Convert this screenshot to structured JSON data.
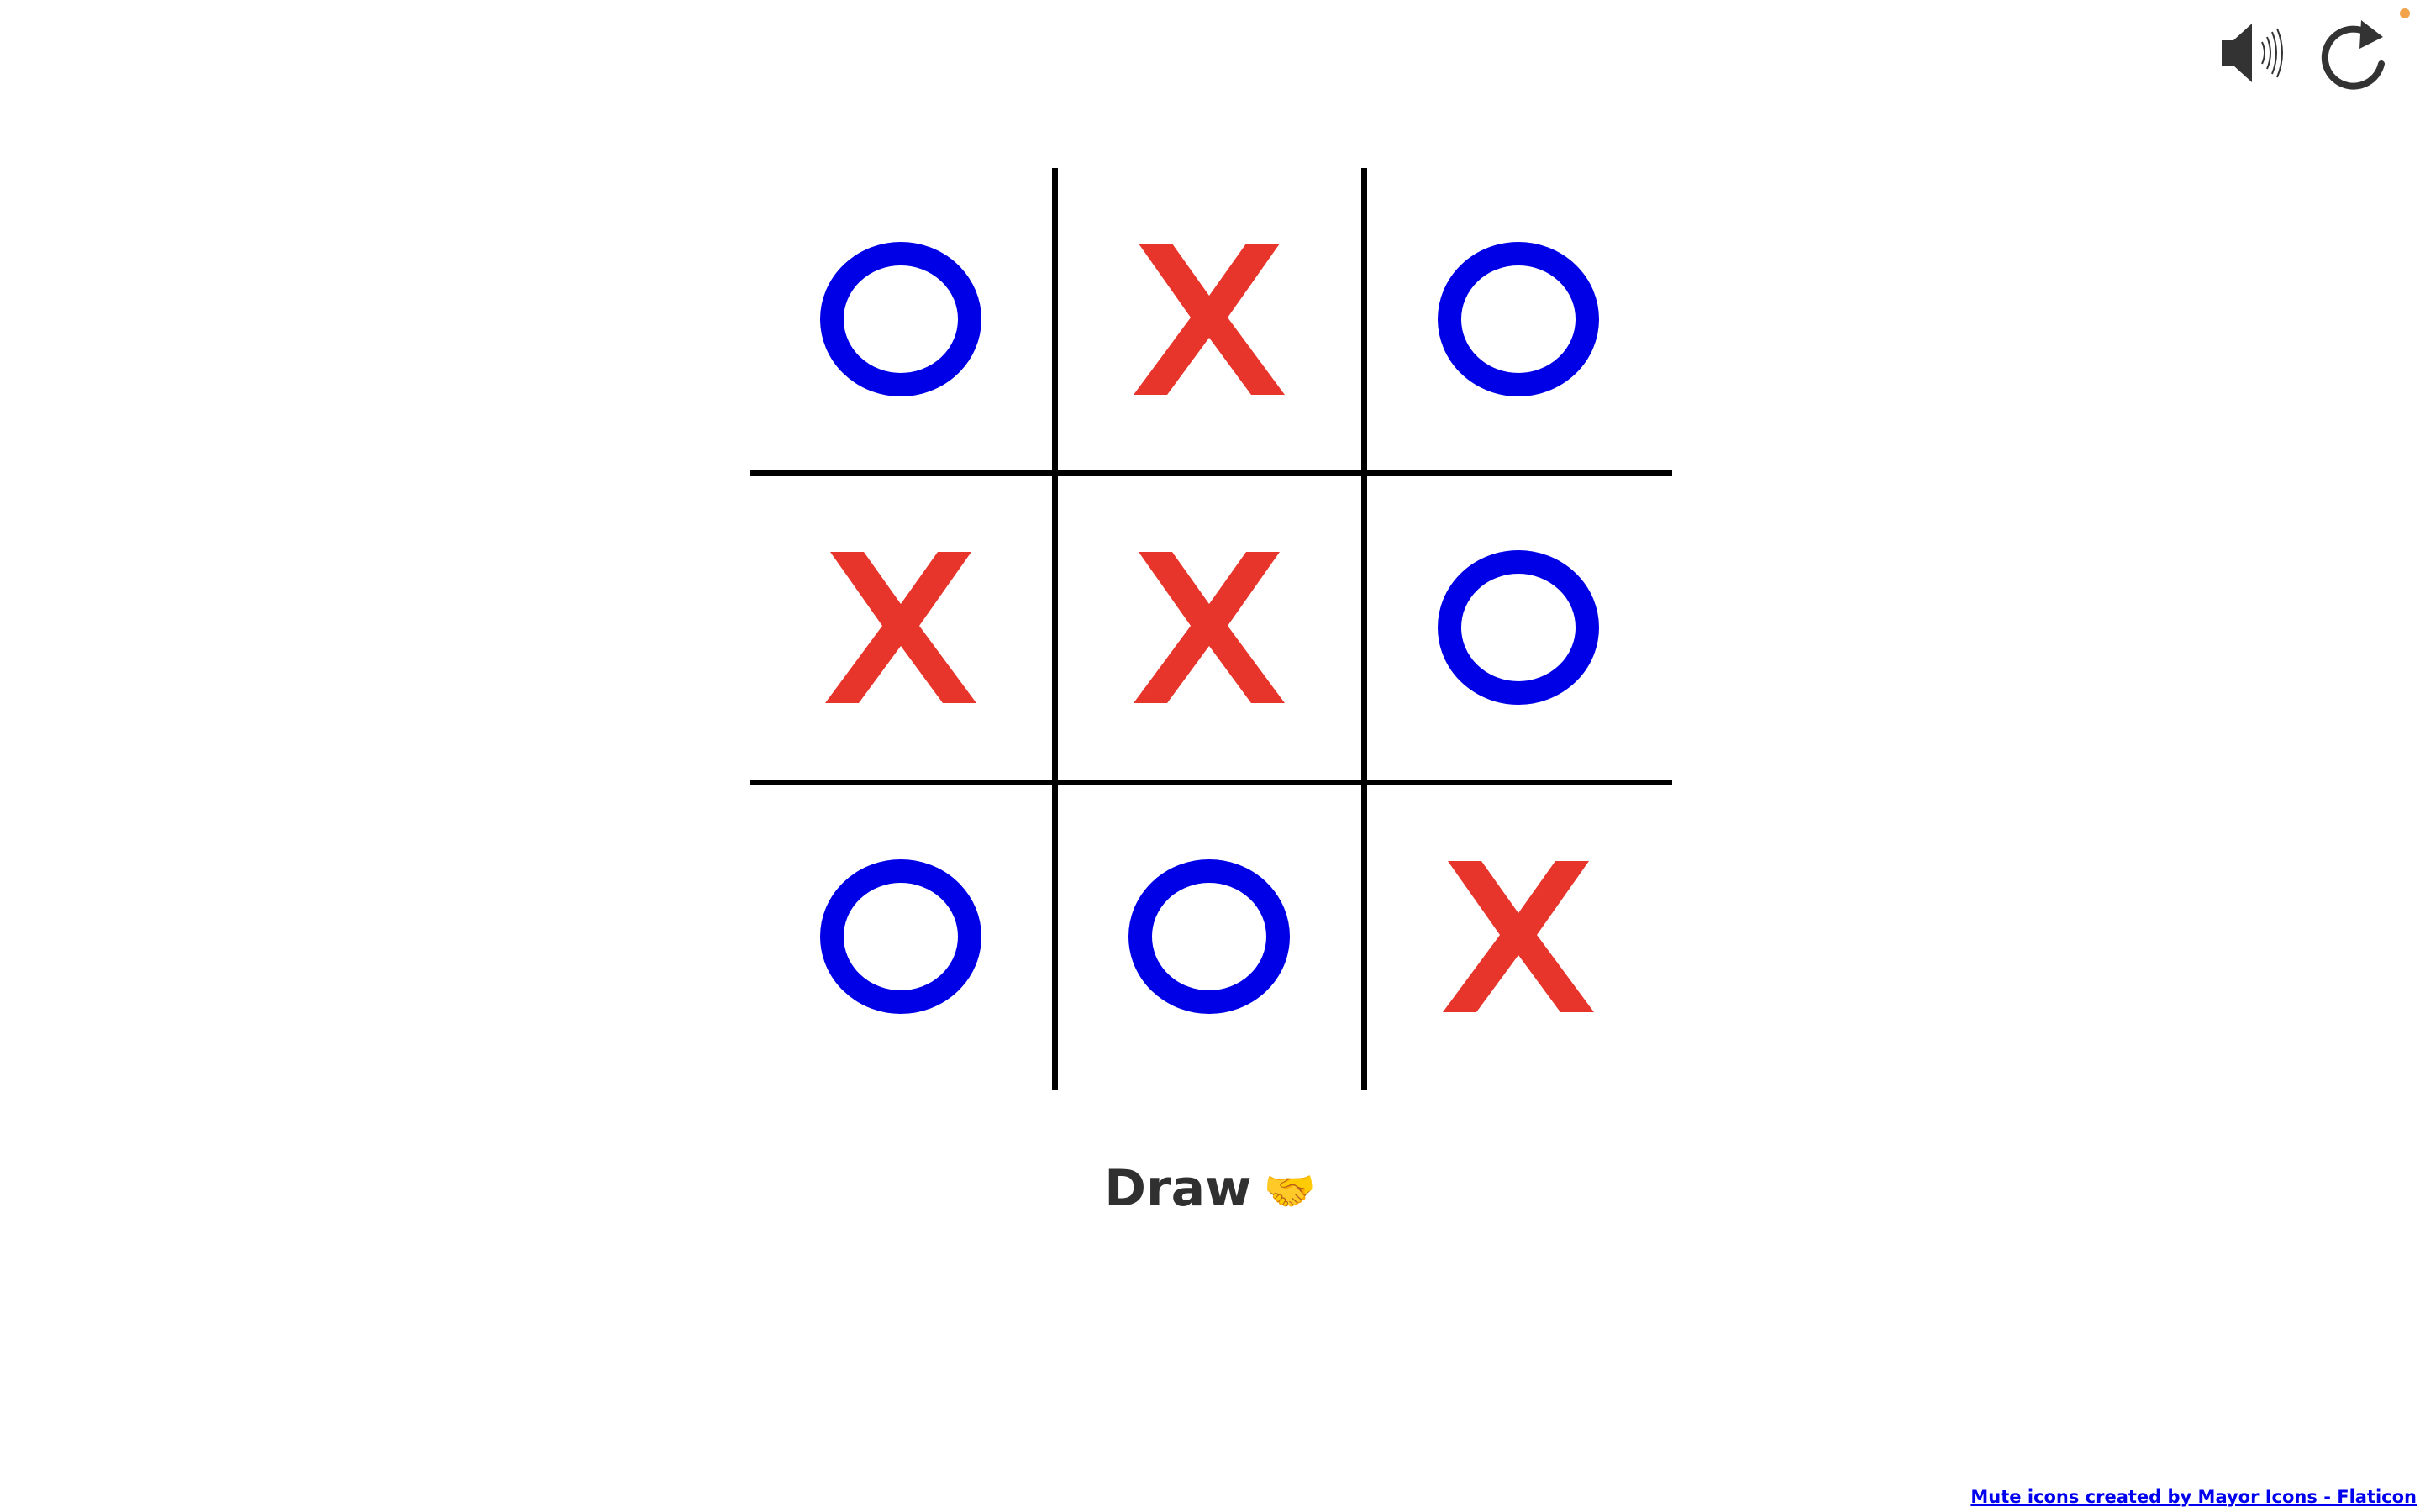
{
  "colors": {
    "x_mark": "#e8352c",
    "o_mark": "#0000e6",
    "grid": "#000000",
    "icon": "#333333",
    "status_text": "#303030",
    "link": "#0000ee",
    "corner_dot": "#f2a24a"
  },
  "controls": {
    "sound_icon": "speaker-on-icon",
    "restart_icon": "restart-icon"
  },
  "board": {
    "cells": [
      "O",
      "X",
      "O",
      "X",
      "X",
      "O",
      "O",
      "O",
      "X"
    ]
  },
  "status": {
    "text": "Draw",
    "emoji": "🤝"
  },
  "attribution": {
    "text": "Mute icons created by Mayor Icons - Flaticon"
  }
}
